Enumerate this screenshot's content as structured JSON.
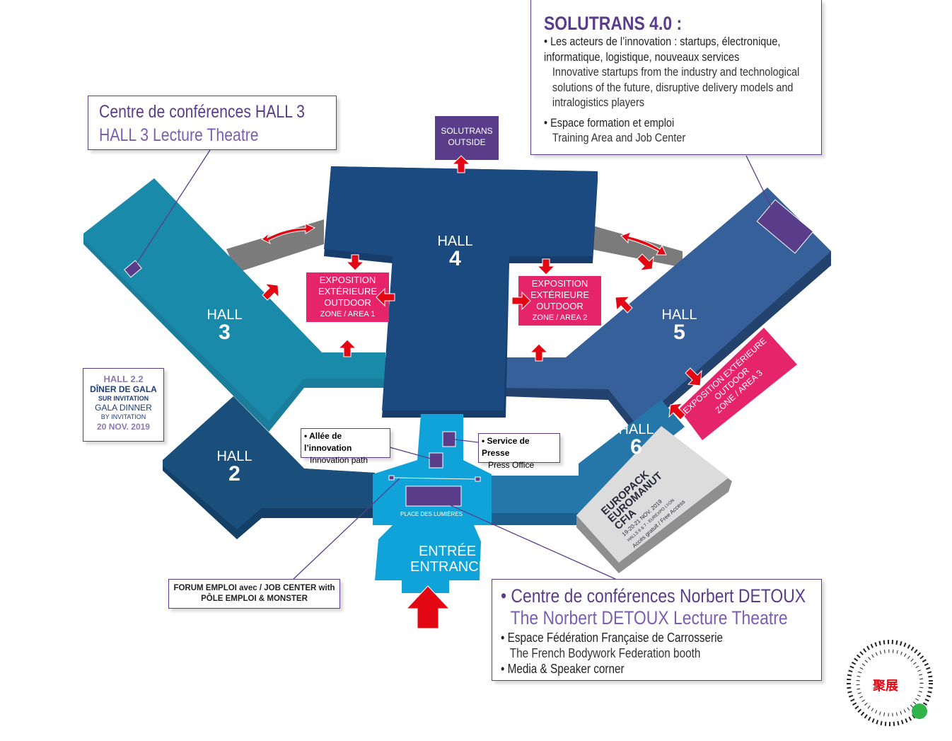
{
  "colors": {
    "hall3": "#1a8aab",
    "hall4": "#1b4a80",
    "hall5": "#36609a",
    "hall2": "#1a4f7c",
    "hall6": "#2477a8",
    "center": "#0fa3d9",
    "outdoor": "#e6246a",
    "accent_purple": "#5a3d8a",
    "walkway": "#7b7b7b",
    "arrow": "#e30613",
    "europack": "#dcdcdc"
  },
  "halls": {
    "hall2": {
      "label": "HALL",
      "number": "2"
    },
    "hall3": {
      "label": "HALL",
      "number": "3"
    },
    "hall4": {
      "label": "HALL",
      "number": "4"
    },
    "hall5": {
      "label": "HALL",
      "number": "5"
    },
    "hall6": {
      "label": "HALL",
      "number": "6"
    }
  },
  "solutrans_outside": {
    "line1": "SOLUTRANS",
    "line2": "OUTSIDE"
  },
  "outdoor_areas": [
    {
      "line1": "EXPOSITION",
      "line2": "EXTÉRIEURE",
      "line3": "OUTDOOR",
      "line4": "ZONE / AREA 1"
    },
    {
      "line1": "EXPOSITION",
      "line2": "EXTÉRIEURE",
      "line3": "OUTDOOR",
      "line4": "ZONE / AREA 2"
    },
    {
      "line1": "EXPOSITION EXTÉRIEURE",
      "line2": "OUTDOOR",
      "line3": "ZONE / AREA 3"
    }
  ],
  "europack": {
    "line1": "EUROPACK",
    "line2": "EUROMANUT",
    "line3": "CFIA",
    "dates": "19-20-21 NOV. 2019",
    "venue": "HALLS 6 & 7 - EUREXPO LYON",
    "access": "Accès gratuit / Free Access"
  },
  "center": {
    "place": "PLACE DES LUMIÈRES",
    "entrance_fr": "ENTRÉE",
    "entrance_en": "ENTRANCE"
  },
  "hall3_callout": {
    "title_fr": "Centre de conférences HALL 3",
    "title_en": "HALL 3 Lecture Theatre"
  },
  "solutrans40": {
    "title": "SOLUTRANS 4.0 :",
    "items": [
      {
        "fr": "Les acteurs de l’innovation : startups, électronique, informatique, logistique, nouveaux services",
        "en": "Innovative startups from the industry and technological solutions of the future, disruptive delivery models and intralogistics players"
      },
      {
        "fr": "Espace formation et emploi",
        "en": "Training Area and Job Center"
      }
    ]
  },
  "gala": {
    "hall": "HALL 2.2",
    "fr": "DÎNER DE GALA",
    "fr_sub": "SUR INVITATION",
    "en": "GALA DINNER",
    "en_sub": "BY INVITATION",
    "date": "20 NOV. 2019"
  },
  "innovation_path": {
    "fr": "Allée de l’innovation",
    "en": "Innovation path"
  },
  "press": {
    "fr": "Service de Presse",
    "en": "Press Office"
  },
  "forum": {
    "line1": "FORUM EMPLOI avec / JOB CENTER with",
    "line2": "PÔLE EMPLOI & MONSTER"
  },
  "detoux": {
    "title_fr": "Centre de conférences Norbert DETOUX",
    "title_en": "The Norbert DETOUX Lecture Theatre",
    "items": [
      {
        "fr": "Espace Fédération Française de Carrosserie",
        "en": "The French Bodywork Federation booth"
      },
      {
        "fr": "Media & Speaker corner",
        "en": ""
      }
    ]
  },
  "qr": {
    "label": "聚展"
  }
}
